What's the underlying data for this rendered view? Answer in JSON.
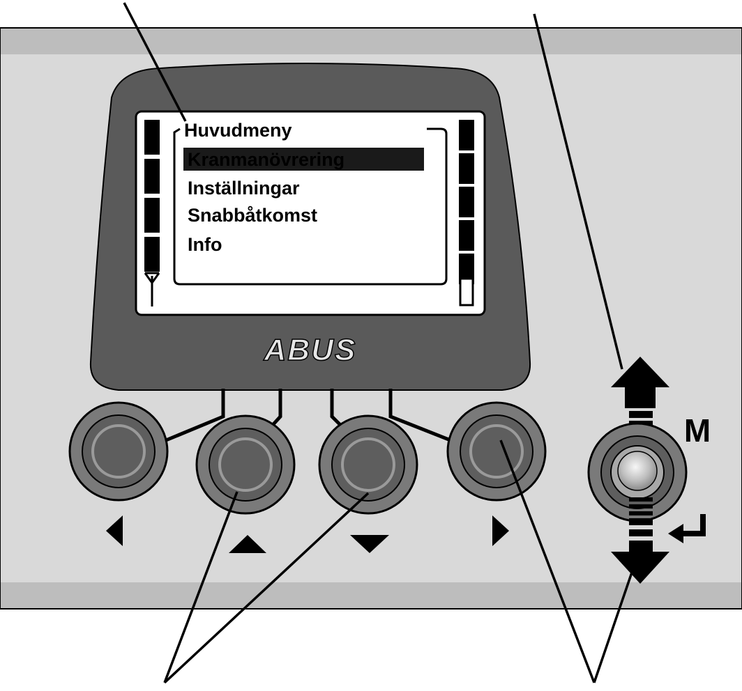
{
  "display": {
    "menu_title": "Huvudmeny",
    "items": [
      {
        "label": "Kranmanövrering",
        "selected": true
      },
      {
        "label": "Inställningar",
        "selected": false
      },
      {
        "label": "Snabbåtkomst",
        "selected": false
      },
      {
        "label": "Info",
        "selected": false
      }
    ],
    "signal_bars": 4,
    "battery_bars": 5
  },
  "brand": {
    "logo_text": "ABUS"
  },
  "controls": {
    "buttons": [
      {
        "id": "left",
        "icon": "triangle-left-icon"
      },
      {
        "id": "up",
        "icon": "triangle-up-icon"
      },
      {
        "id": "down",
        "icon": "triangle-down-icon"
      },
      {
        "id": "right",
        "icon": "triangle-right-icon"
      }
    ],
    "rocker": {
      "mode_label": "M",
      "enter_icon": "enter-arrow-icon"
    }
  },
  "colors": {
    "panel": "#d9d9d9",
    "panel_stripe": "#bdbdbd",
    "housing": "#5a5a5a",
    "screen": "#ffffff",
    "selection": "#1a1a1a",
    "button_ring": "#7a7a7a"
  }
}
